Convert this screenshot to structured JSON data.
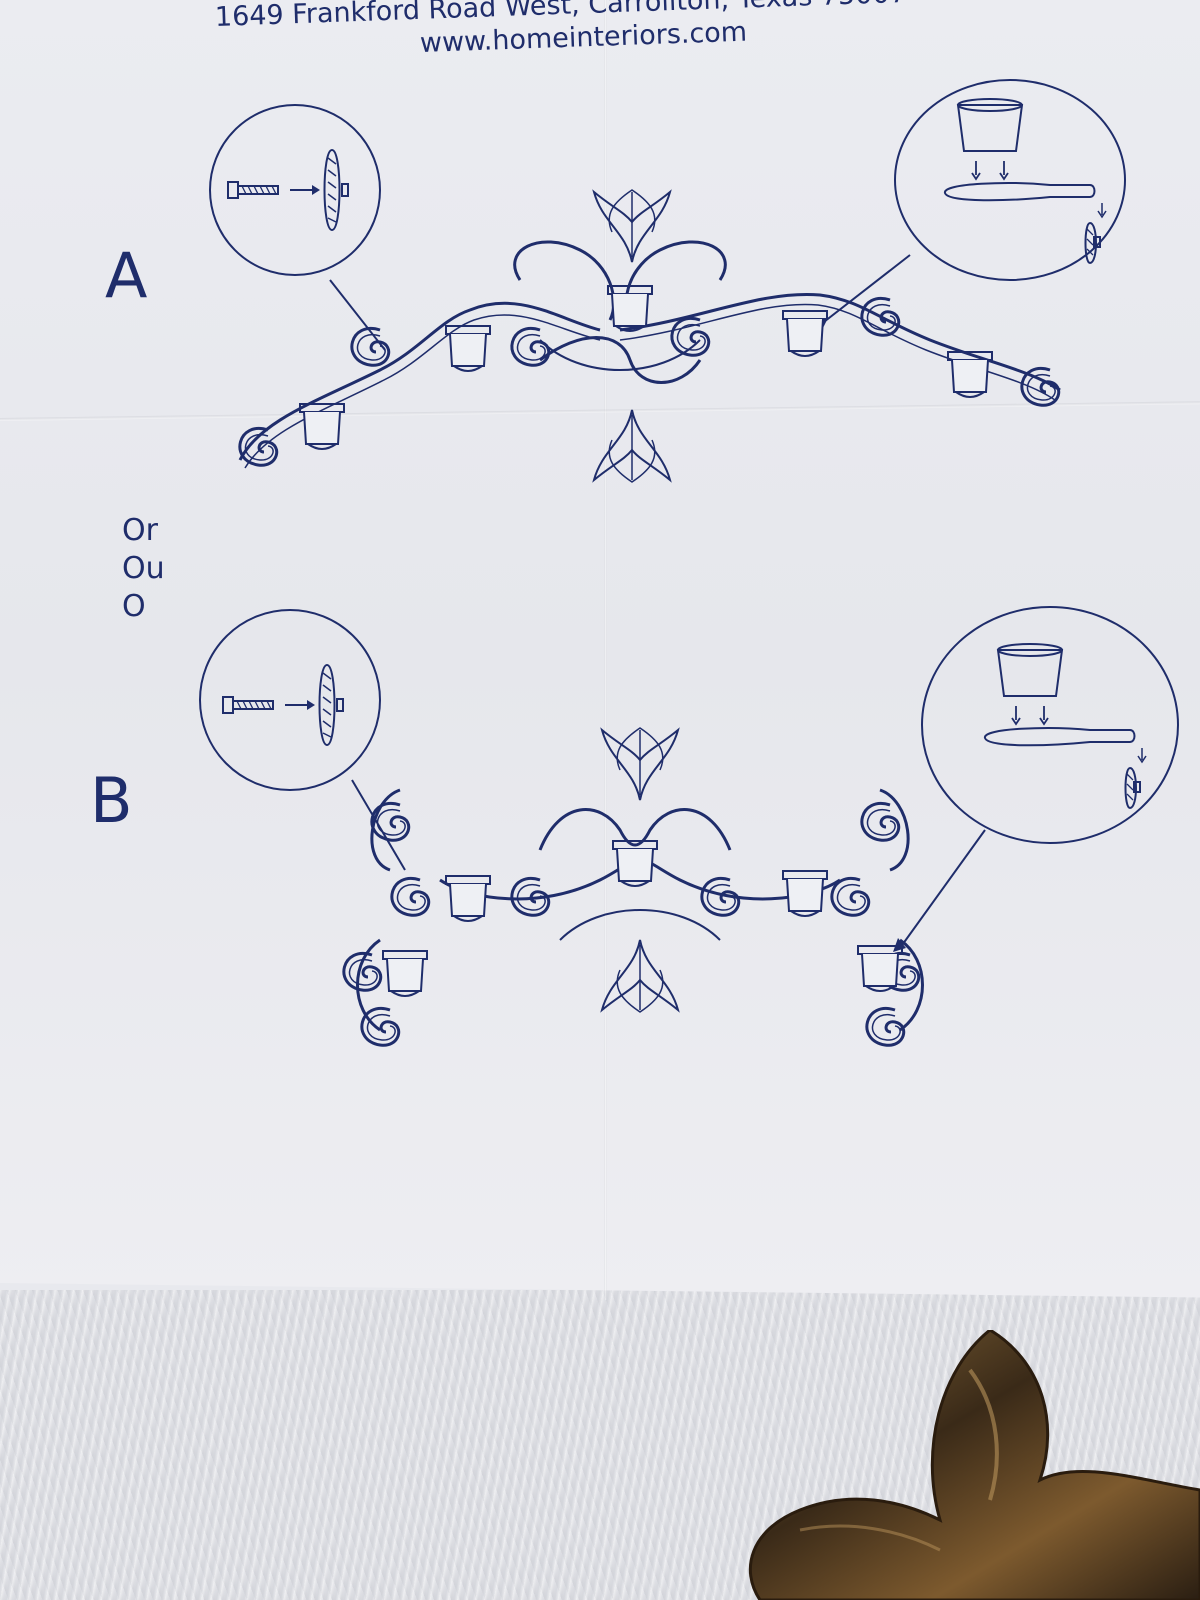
{
  "header": {
    "address": "1649 Frankford Road West, Carrollton, Texas 75007",
    "url": "www.homeinteriors.com"
  },
  "options": {
    "a_label": "A",
    "b_label": "B",
    "or_words": [
      "Or",
      "Ou",
      "O"
    ]
  },
  "colors": {
    "ink": "#1f2d6b",
    "paper": "#e8e9ee",
    "ornament": "#6b4a22"
  },
  "icons": [
    "screw-icon",
    "arrow-right-icon",
    "wall-bracket-icon",
    "candle-cup-icon",
    "cup-ring-holder-icon"
  ]
}
